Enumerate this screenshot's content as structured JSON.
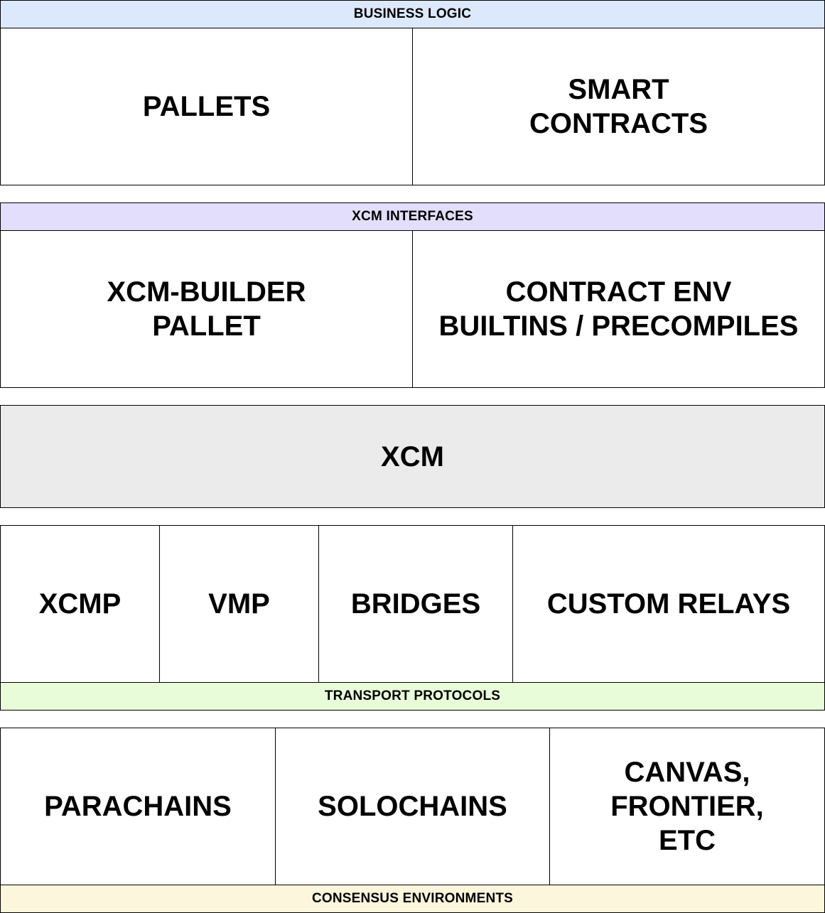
{
  "colors": {
    "business_logic_bg": "#dce8fb",
    "xcm_interfaces_bg": "#e2defb",
    "xcm_bg": "#ebebeb",
    "transport_protocols_bg": "#e9fcd9",
    "consensus_environments_bg": "#fcf6dc",
    "box_bg": "#ffffff",
    "border": "#000000"
  },
  "business_logic": {
    "title": "BUSINESS LOGIC",
    "items": [
      "PALLETS",
      "SMART\nCONTRACTS"
    ]
  },
  "xcm_interfaces": {
    "title": "XCM INTERFACES",
    "items": [
      "XCM-BUILDER\nPALLET",
      "CONTRACT ENV\nBUILTINS / PRECOMPILES"
    ]
  },
  "xcm": {
    "label": "XCM"
  },
  "transport_protocols": {
    "title": "TRANSPORT PROTOCOLS",
    "items": [
      "XCMP",
      "VMP",
      "BRIDGES",
      "CUSTOM RELAYS"
    ]
  },
  "consensus_environments": {
    "title": "CONSENSUS ENVIRONMENTS",
    "items": [
      "PARACHAINS",
      "SOLOCHAINS",
      "CANVAS,\nFRONTIER,\nETC"
    ]
  }
}
